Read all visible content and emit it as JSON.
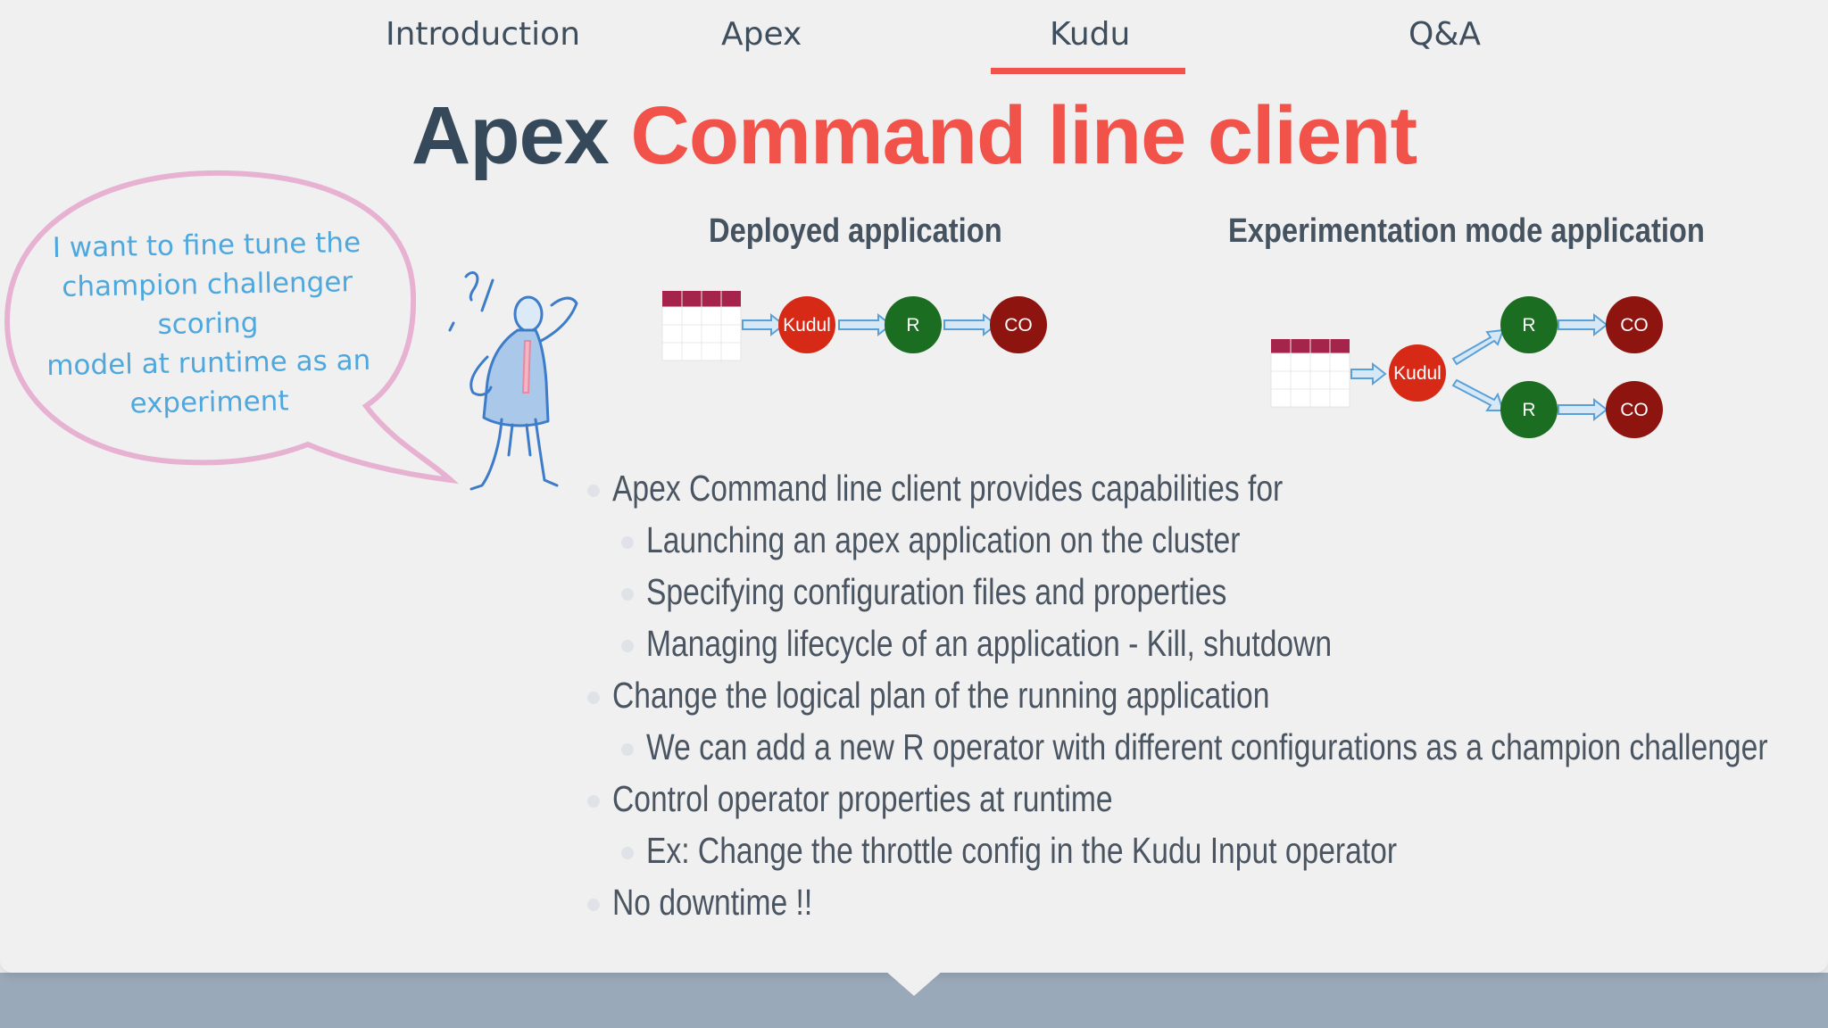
{
  "nav": {
    "items": [
      "Introduction",
      "Apex",
      "Kudu",
      "Q&A"
    ],
    "active": "Kudu"
  },
  "title": {
    "part1": "Apex",
    "part2": "Command line client"
  },
  "speech_bubble": {
    "lines": [
      "I want to fine tune the",
      "champion challenger scoring",
      "model at runtime as an",
      "experiment"
    ]
  },
  "deployed": {
    "heading": "Deployed application",
    "nodes": {
      "kudu": "Kudul",
      "r": "R",
      "co": "CO"
    }
  },
  "experimentation": {
    "heading": "Experimentation mode application",
    "nodes": {
      "kudu": "Kudul",
      "r1": "R",
      "co1": "CO",
      "r2": "R",
      "co2": "CO"
    }
  },
  "bullets": [
    {
      "level": 1,
      "text": "Apex Command line client provides capabilities for"
    },
    {
      "level": 2,
      "text": "Launching an apex application on the cluster"
    },
    {
      "level": 2,
      "text": "Specifying configuration files and properties"
    },
    {
      "level": 2,
      "text": "Managing lifecycle of an application - Kill, shutdown"
    },
    {
      "level": 1,
      "text": "Change the logical plan of the running application"
    },
    {
      "level": 2,
      "text": "We can add a new R operator with different configurations as a champion challenger"
    },
    {
      "level": 1,
      "text": "Control operator properties at runtime"
    },
    {
      "level": 2,
      "text": "Ex: Change the throttle config in the Kudu Input operator"
    },
    {
      "level": 1,
      "text": "No downtime !!"
    }
  ],
  "colors": {
    "accent": "#f1534a",
    "title_dark": "#35495a",
    "kudu_node": "#d72a16",
    "r_node": "#1b6d22",
    "co_node": "#8e1410",
    "bubble_outline": "#e7b1d1",
    "bubble_text": "#4fa8dd",
    "figure_stroke": "#3d7cc9",
    "bottom_band": "#99a9b9"
  }
}
